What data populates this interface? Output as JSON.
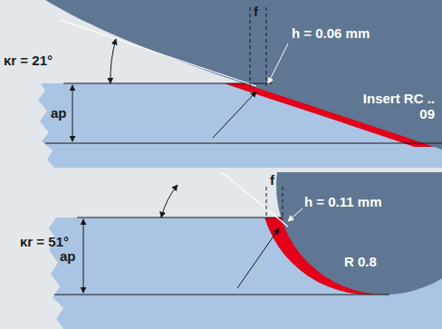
{
  "diagram": {
    "labels": [
      "f",
      "h = 0.06 mm",
      "κr = 21°",
      "ap",
      "Insert RC .. 09",
      "f",
      "h = 0.11 mm",
      "κr = 51°",
      "ap",
      "R 0.8"
    ]
  }
}
